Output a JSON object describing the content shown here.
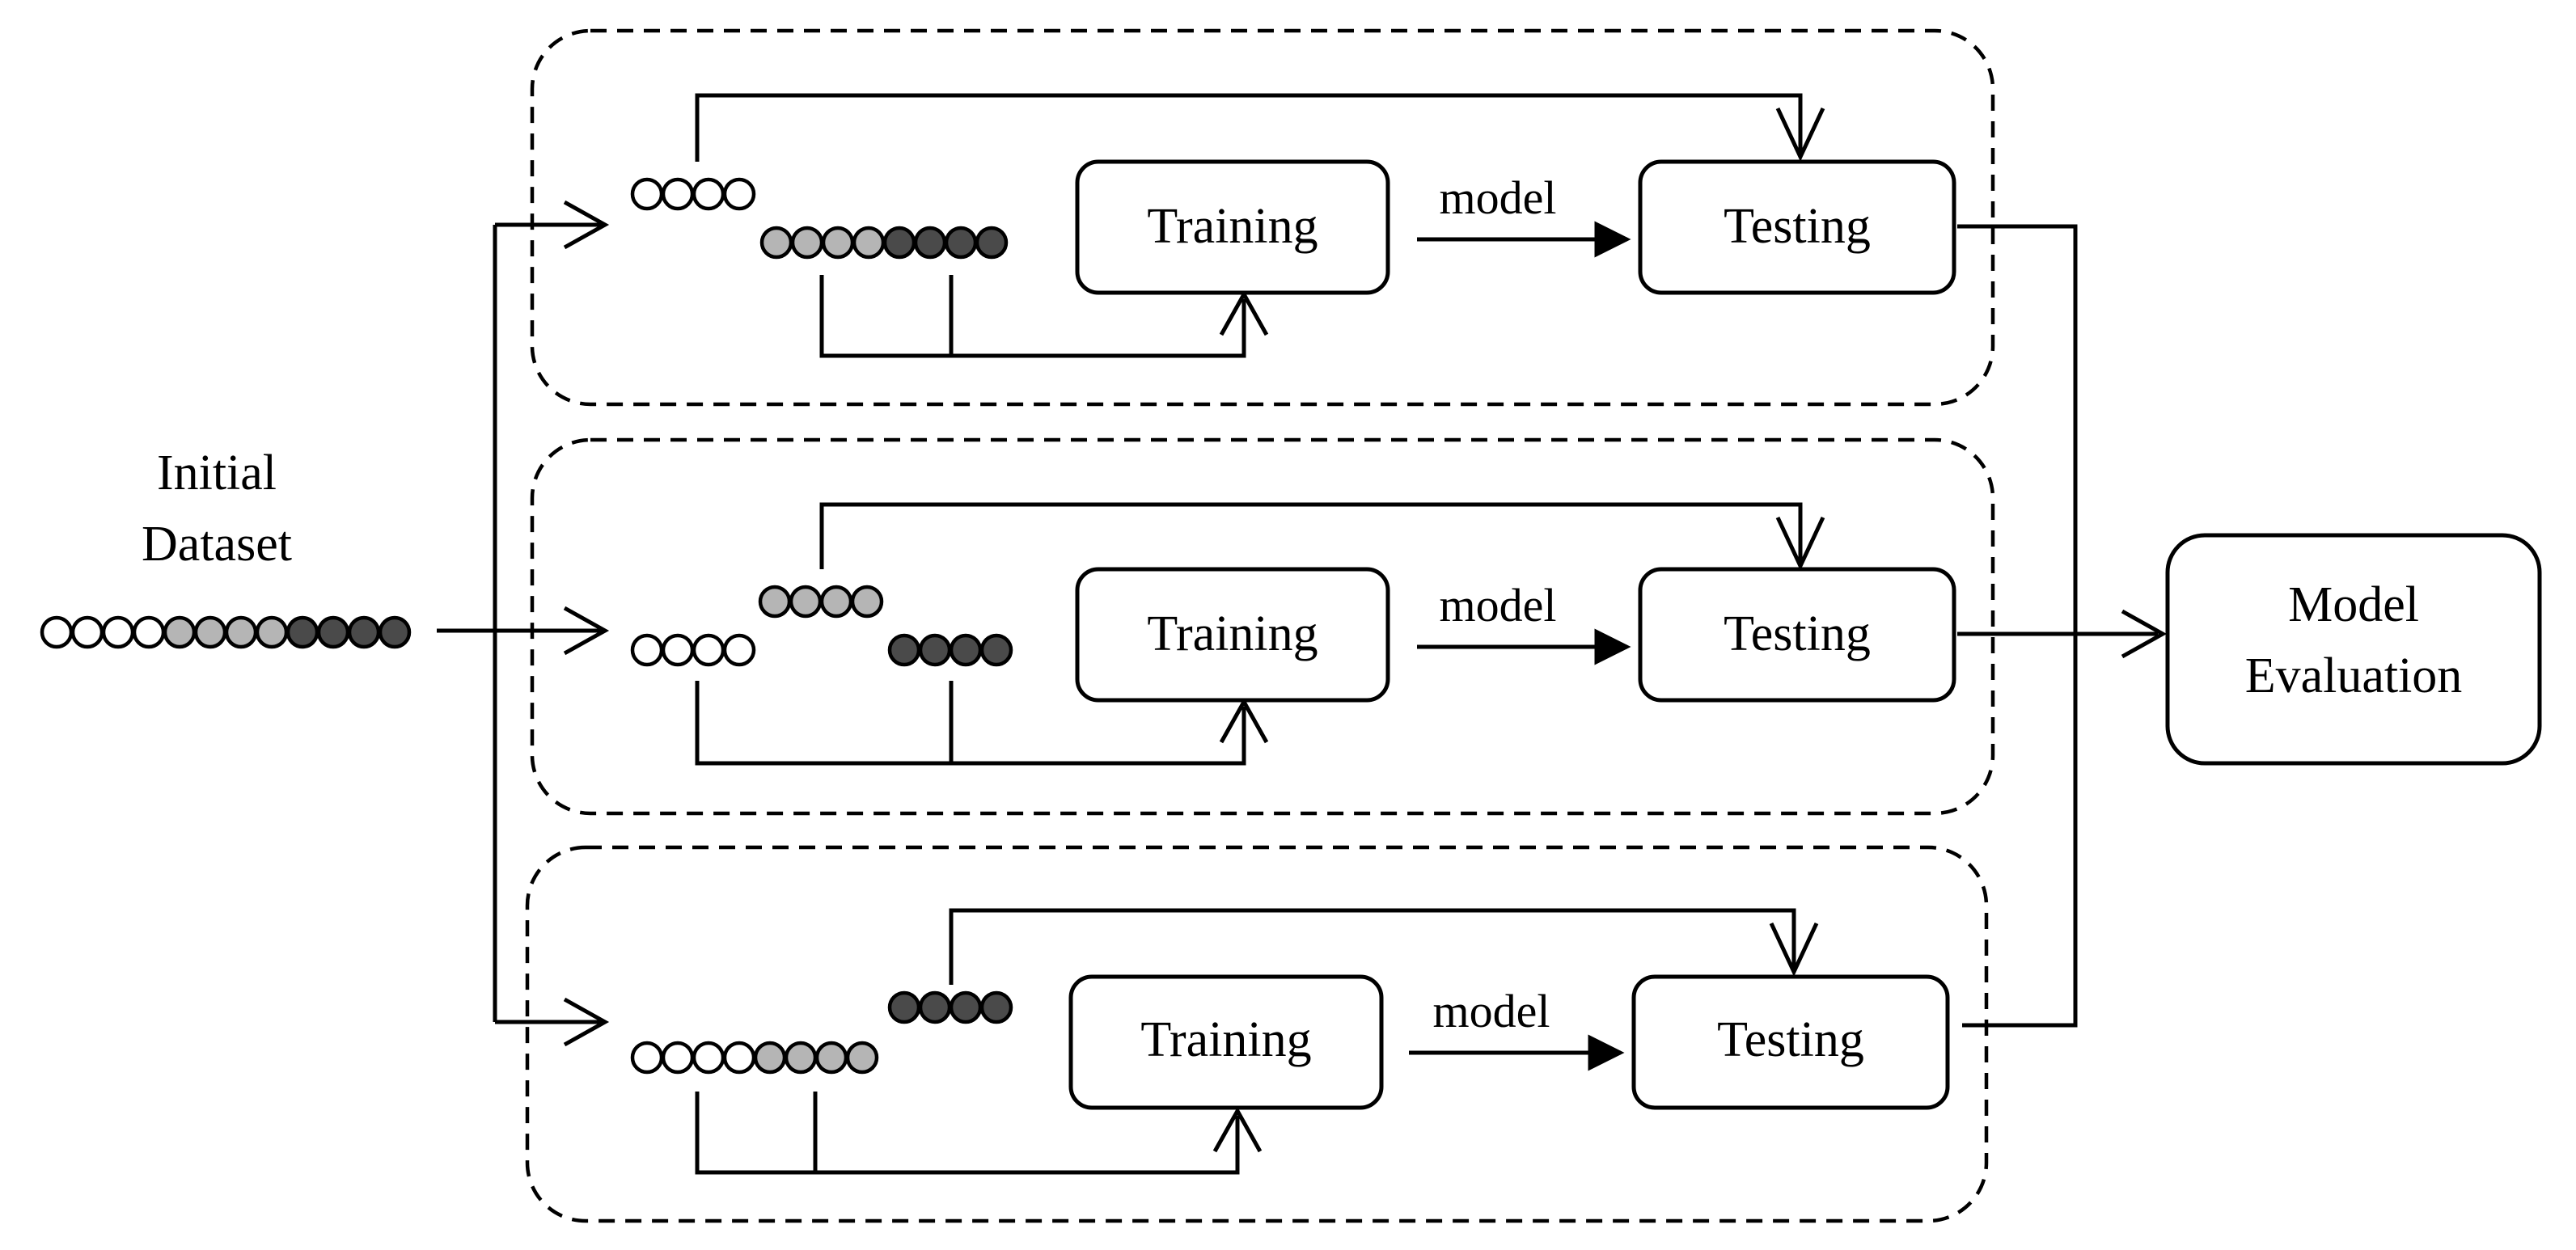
{
  "left": {
    "label_line1": "Initial",
    "label_line2": "Dataset"
  },
  "folds": [
    {
      "train_label": "Training",
      "test_label": "Testing",
      "edge_label": "model"
    },
    {
      "train_label": "Training",
      "test_label": "Testing",
      "edge_label": "model"
    },
    {
      "train_label": "Training",
      "test_label": "Testing",
      "edge_label": "model"
    }
  ],
  "evaluation": {
    "label_line1": "Model",
    "label_line2": "Evaluation"
  },
  "colors": {
    "white": "#ffffff",
    "light": "#b5b5b5",
    "dark": "#4a4a4a",
    "line": "#000000"
  }
}
